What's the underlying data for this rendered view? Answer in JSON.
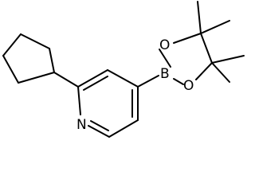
{
  "molecule": {
    "atom_labels": {
      "nitrogen": "N",
      "boron": "B",
      "oxygen_upper": "O",
      "oxygen_lower": "O"
    },
    "colors": {
      "bond": "#000000",
      "label": "#000000",
      "background": "#ffffff"
    }
  }
}
